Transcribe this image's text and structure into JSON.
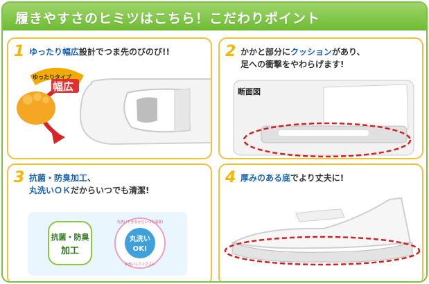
{
  "banner": {
    "title": "履きやすさのヒミツはこちら！こだわりポイント"
  },
  "points": [
    {
      "number": "1",
      "highlight": "ゆったり幅広",
      "text": "設計でつま先のびのび!!",
      "badge_small": "ゆったりタイプ",
      "badge_large": "幅広"
    },
    {
      "number": "2",
      "text_a": "かかと部分に",
      "highlight": "クッション",
      "text_b": "があり、",
      "line2": "足への衝撃をやわらげます!",
      "label": "断面図"
    },
    {
      "number": "3",
      "highlight_a": "抗菌・防臭加工",
      "text_a": "、",
      "highlight_b": "丸洗いＯＫ",
      "text_b": "だからいつでも清潔!",
      "badge1": "抗菌・防臭\n加工",
      "badge1_line1": "抗菌・防臭",
      "badge1_line2": "加工",
      "badge2_ring_top": "丸洗いできるからいつも清潔!",
      "badge2_center_1": "丸洗い",
      "badge2_center_2": "OK!",
      "badge2_ring_bottom": "手洗いしてください"
    },
    {
      "number": "4",
      "highlight": "厚みのある底",
      "text": "でより丈夫に!"
    }
  ],
  "colors": {
    "banner": "#7cc242",
    "panel_border": "#f0c23b",
    "number": "#f6b600",
    "highlight": "#1e62ad",
    "dash": "#d42020"
  }
}
